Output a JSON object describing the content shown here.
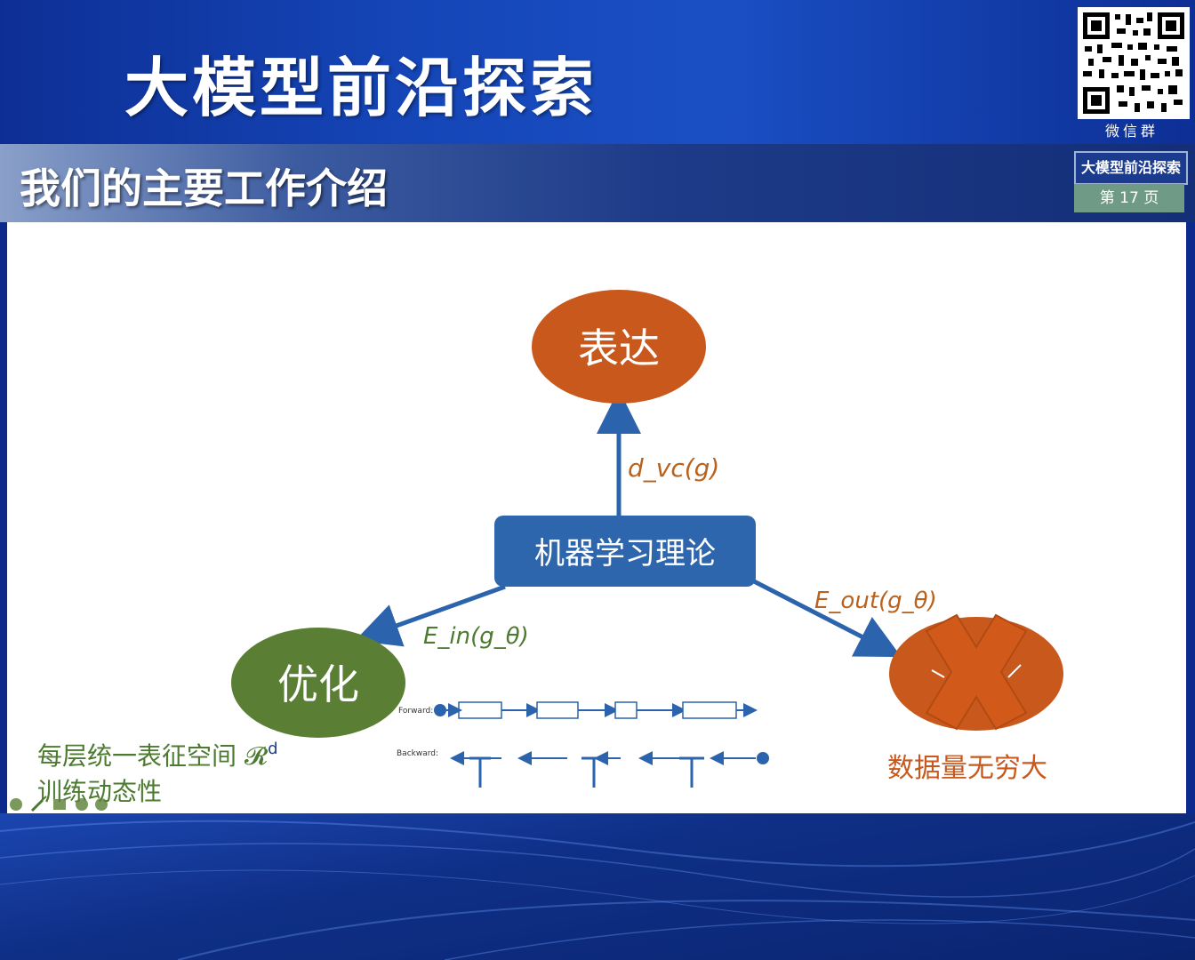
{
  "header": {
    "title": "大模型前沿探索",
    "qr_label": "微信群"
  },
  "section": {
    "title": "我们的主要工作介绍",
    "badge_title": "大模型前沿探索",
    "page_label": "第 17 页"
  },
  "diagram": {
    "center_node": "机器学习理论",
    "top_node": "表达",
    "left_node": "优化",
    "right_caption": "数据量无穷大",
    "edge_top_label": "d_vc(g)",
    "edge_left_label": "E_in(g_θ)",
    "edge_right_label": "E_out(g_θ)",
    "left_note_line1": "每层统一表征空间 𝓡",
    "left_note_sup": "d",
    "left_note_line2": "训练动态性",
    "forward_label": "Forward:",
    "backward_label": "Backward:"
  },
  "colors": {
    "node_orange": "#c8581c",
    "node_green": "#5a7f34",
    "center_blue": "#2e66ad",
    "arrow_blue": "#2c63ad",
    "label_orange": "#b8621e",
    "label_green": "#4c7a2f"
  }
}
